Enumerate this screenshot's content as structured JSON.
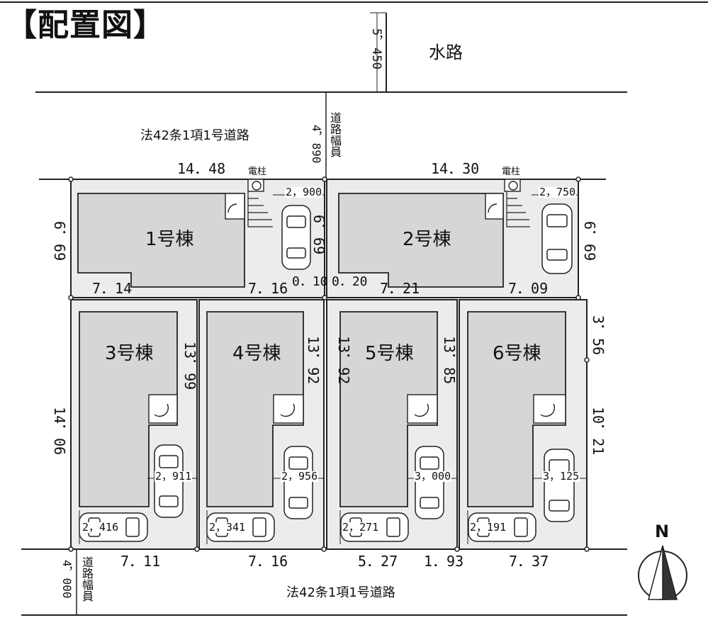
{
  "title": "【配置図】",
  "labels": {
    "waterway": "水路",
    "road_top": "法42条1項1号道路",
    "road_bottom": "法42条1項1号道路",
    "road_width_label": "道路幅員",
    "utility_pole": "電柱",
    "north": "N"
  },
  "widths": {
    "waterway": "5，450",
    "road_top": "4，890",
    "road_bottom": "4，000"
  },
  "buildings": [
    "1号棟",
    "2号棟",
    "3号棟",
    "4号棟",
    "5号棟",
    "6号棟"
  ],
  "dims": {
    "top_left_frontage": "14．48",
    "top_right_frontage": "14．30",
    "left_depth_top": "6．69",
    "right_depth_top": "6．69",
    "lot1_inner_depth": "6．69",
    "lot1_bottom_left": "7．14",
    "lot1_bottom_right": "7．16",
    "gap_a": "0．10",
    "gap_b": "0．20",
    "lot2_bottom_left": "7．21",
    "lot2_bottom_right": "7．09",
    "lot3_right": "13．99",
    "lot4_right": "13．92",
    "lot5_left": "13．92",
    "lot5_right": "13．85",
    "right_upper": "3．56",
    "right_lower": "10．21",
    "left_lower": "14．06",
    "bottom_3": "7．11",
    "bottom_4": "7．16",
    "bottom_5a": "5．27",
    "bottom_5b": "1．93",
    "bottom_6": "7．37"
  },
  "car_dims": {
    "lot1": "2，900",
    "lot2": "2，750",
    "lot3_v": "2，911",
    "lot4_v": "2，956",
    "lot5_v": "3，000",
    "lot6_v": "3，125",
    "lot3_h": "2，416",
    "lot4_h": "2，341",
    "lot5_h": "2，271",
    "lot6_h": "2，191"
  }
}
